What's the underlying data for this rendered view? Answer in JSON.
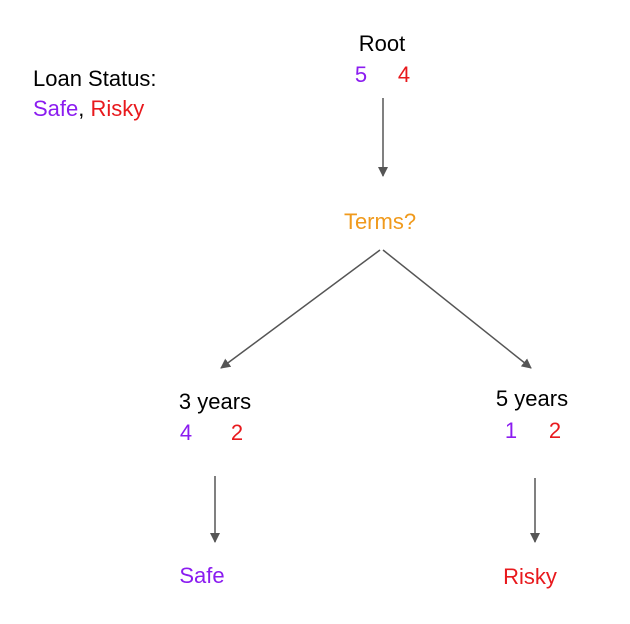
{
  "legend": {
    "title": "Loan Status:",
    "safe_label": "Safe",
    "separator": ", ",
    "risky_label": "Risky"
  },
  "colors": {
    "safe": "#8b1cf0",
    "risky": "#e8191d",
    "split": "#f09a1c",
    "text": "#000000",
    "edge": "#555555"
  },
  "tree": {
    "root": {
      "label": "Root",
      "safe_count": "5",
      "risky_count": "4"
    },
    "split": {
      "label": "Terms?"
    },
    "left": {
      "label": "3 years",
      "safe_count": "4",
      "risky_count": "2",
      "prediction": "Safe"
    },
    "right": {
      "label": "5 years",
      "safe_count": "1",
      "risky_count": "2",
      "prediction": "Risky"
    }
  }
}
